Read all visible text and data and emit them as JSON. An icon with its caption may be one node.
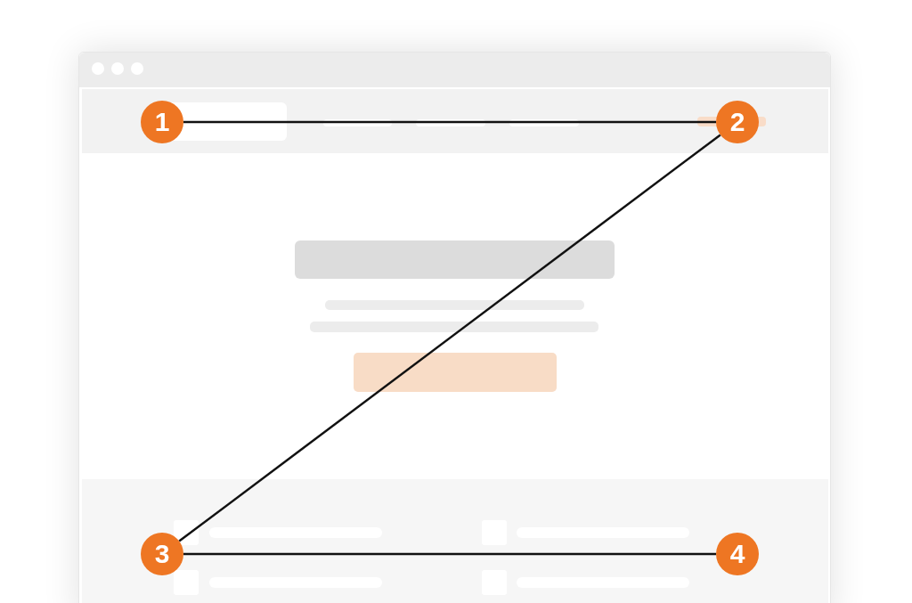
{
  "diagram": {
    "nodes": [
      {
        "text": [
          "1"
        ]
      },
      {
        "text": [
          "2"
        ]
      },
      {
        "text": [
          "3"
        ]
      },
      {
        "text": [
          "4"
        ]
      }
    ],
    "edges": [
      {
        "from": 0,
        "to": 1,
        "arrow": "none"
      },
      {
        "from": 1,
        "to": 2,
        "arrow": "none"
      },
      {
        "from": 2,
        "to": 3,
        "arrow": "none"
      }
    ]
  }
}
